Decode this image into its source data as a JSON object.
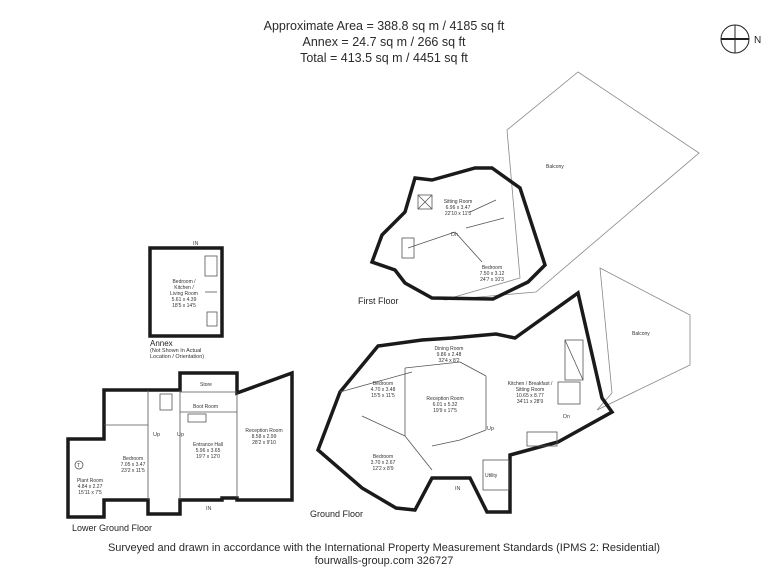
{
  "header": {
    "line1": "Approximate Area = 388.8 sq m / 4185 sq ft",
    "line2": "Annex = 24.7 sq m / 266 sq ft",
    "line3": "Total = 413.5 sq m / 4451 sq ft"
  },
  "compass": {
    "label": "N",
    "icon": "compass-icon"
  },
  "floors": {
    "first": "First Floor",
    "ground": "Ground Floor",
    "lower": "Lower Ground Floor",
    "annex": "Annex",
    "annex_note1": "(Not Shown In Actual",
    "annex_note2": "Location / Orientation)"
  },
  "rooms": {
    "balcony_first": {
      "name": "Balcony"
    },
    "sitting": {
      "name": "Sitting Room",
      "m": "6.96 x 3.47",
      "ft": "22'10 x 11'5"
    },
    "bed_first": {
      "name": "Bedroom",
      "m": "7.50 x 3.12",
      "ft": "24'7 x 10'3"
    },
    "annex_room": {
      "name1": "Bedroom /",
      "name2": "Kitchen /",
      "name3": "Living Room",
      "m": "5.61 x 4.39",
      "ft": "18'5 x 14'5"
    },
    "dining": {
      "name": "Dining Room",
      "m": "9.86 x 2.48",
      "ft": "32'4 x 8'2"
    },
    "bed_g1": {
      "name": "Bedroom",
      "m": "4.70 x 3.48",
      "ft": "15'5 x 11'5"
    },
    "reception_g": {
      "name": "Reception Room",
      "m": "6.01 x 5.32",
      "ft": "19'9 x 17'5"
    },
    "kitchen": {
      "name1": "Kitchen / Breakfast /",
      "name2": "Sitting Room",
      "m": "10.65 x 8.77",
      "ft": "34'11 x 28'9"
    },
    "bed_g2": {
      "name": "Bedroom",
      "m": "3.70 x 2.67",
      "ft": "12'2 x 8'9"
    },
    "utility": {
      "name": "Utility"
    },
    "balcony_ground": {
      "name": "Balcony"
    },
    "store": {
      "name": "Store"
    },
    "boot": {
      "name": "Boot Room"
    },
    "reception_l": {
      "name": "Reception Room",
      "m": "8.58 x 2.99",
      "ft": "28'2 x 9'10"
    },
    "bed_l": {
      "name": "Bedroom",
      "m": "7.05 x 3.47",
      "ft": "23'2 x 11'5"
    },
    "hall": {
      "name": "Entrance Hall",
      "m": "5.96 x 3.65",
      "ft": "19'7 x 12'0"
    },
    "plant": {
      "name": "Plant Room",
      "m": "4.84 x 2.27",
      "ft": "15'11 x 7'5"
    }
  },
  "marks": {
    "in": "IN",
    "up": "Up",
    "dn": "Dn",
    "t": "T"
  },
  "footer": {
    "line1": "Surveyed and drawn in accordance with the International Property Measurement Standards (IPMS 2: Residential)",
    "line2": "fourwalls-group.com 326727"
  }
}
